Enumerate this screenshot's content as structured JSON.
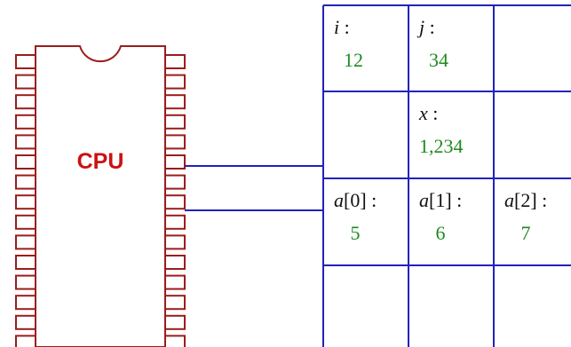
{
  "colors": {
    "chip": "#9b1c1c",
    "cpu_text": "#cc1111",
    "memory_grid": "#2222bb",
    "bus": "#2222bb",
    "value_text": "#1e8a1e",
    "name_text": "#111111"
  },
  "cpu": {
    "label": "CPU"
  },
  "memory": {
    "cells": [
      {
        "var": "i",
        "index": "",
        "value": "12"
      },
      {
        "var": "j",
        "index": "",
        "value": "34"
      },
      {
        "var": "",
        "index": "",
        "value": ""
      },
      {
        "var": "",
        "index": "",
        "value": ""
      },
      {
        "var": "x",
        "index": "",
        "value": "1,234"
      },
      {
        "var": "",
        "index": "",
        "value": ""
      },
      {
        "var": "a",
        "index": "[0]",
        "value": "5"
      },
      {
        "var": "a",
        "index": "[1]",
        "value": "6"
      },
      {
        "var": "a",
        "index": "[2]",
        "value": "7"
      },
      {
        "var": "",
        "index": "",
        "value": ""
      },
      {
        "var": "",
        "index": "",
        "value": ""
      },
      {
        "var": "",
        "index": "",
        "value": ""
      }
    ]
  }
}
